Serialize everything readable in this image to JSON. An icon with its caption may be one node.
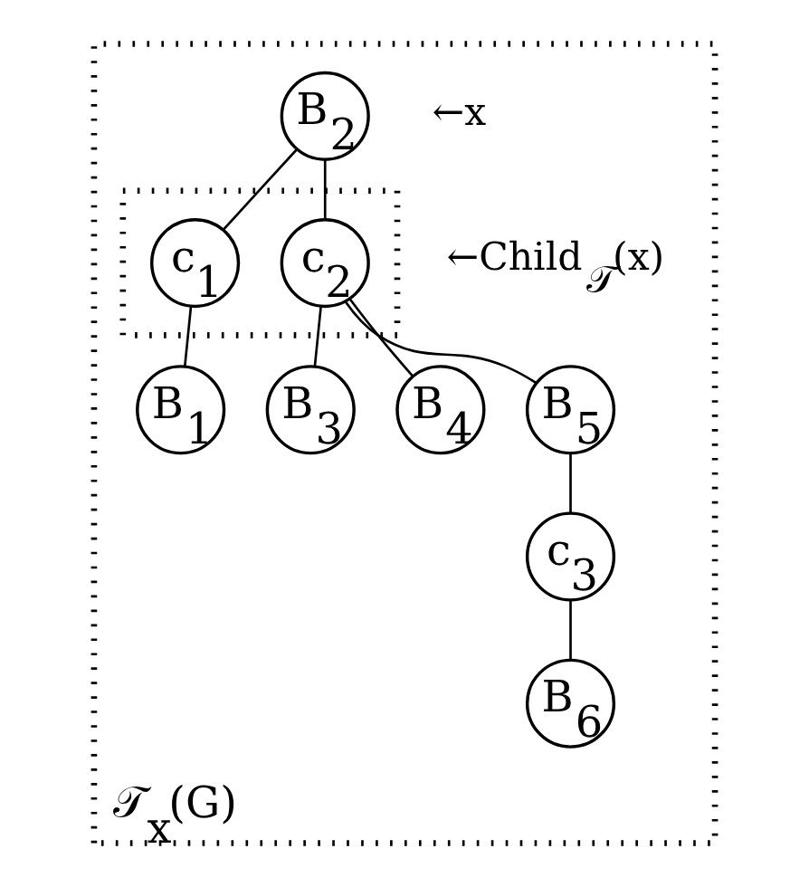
{
  "diagram": {
    "nodes": [
      {
        "text": [
          "𝒯$_{x}$(G)"
        ]
      },
      {
        "text": [
          "B$_{2}$"
        ],
        "in": 0,
        "beside": [
          "←x"
        ]
      },
      {
        "text": [],
        "shape": "box",
        "in": 0,
        "beside": [
          "←Child$_{𝒯}$(x)"
        ]
      },
      {
        "text": [
          "c$_{1}$"
        ],
        "in": 2
      },
      {
        "text": [
          "c$_{2}$"
        ],
        "in": 2
      },
      {
        "text": [
          "B$_{1}$"
        ],
        "in": 0
      },
      {
        "text": [
          "B$_{3}$"
        ],
        "in": 0
      },
      {
        "text": [
          "B$_{4}$"
        ],
        "in": 0
      },
      {
        "text": [
          "B$_{5}$"
        ],
        "in": 0
      },
      {
        "text": [
          "c$_{3}$"
        ],
        "in": 0
      },
      {
        "text": [
          "B$_{6}$"
        ],
        "in": 0
      }
    ],
    "edges": [
      {
        "from": 1,
        "to": 3,
        "arrow": "none"
      },
      {
        "from": 1,
        "to": 4,
        "arrow": "none"
      },
      {
        "from": 3,
        "to": 5,
        "arrow": "none"
      },
      {
        "from": 4,
        "to": 6,
        "arrow": "none"
      },
      {
        "from": 4,
        "to": 7,
        "arrow": "none"
      },
      {
        "from": 4,
        "to": 8,
        "arrow": "none"
      },
      {
        "from": 8,
        "to": 9,
        "arrow": "none"
      },
      {
        "from": 9,
        "to": 10,
        "arrow": "none"
      }
    ]
  }
}
